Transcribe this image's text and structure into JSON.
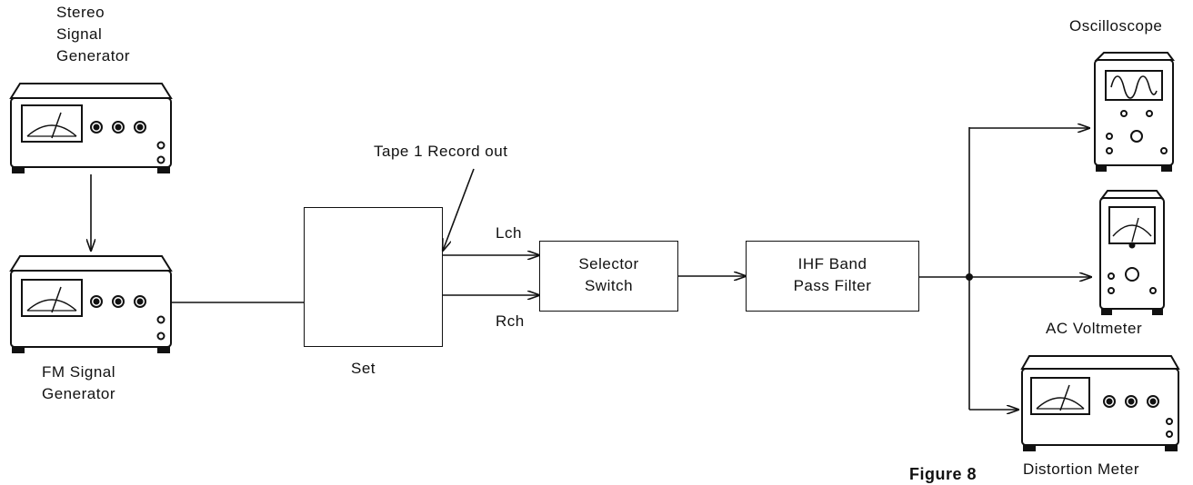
{
  "labels": {
    "stereo_gen": [
      "Stereo",
      "Signal",
      "Generator"
    ],
    "fm_gen": [
      "FM Signal",
      "Generator"
    ],
    "set": "Set",
    "tape_out": "Tape 1 Record out",
    "lch": "Lch",
    "rch": "Rch",
    "selector": [
      "Selector",
      "Switch"
    ],
    "filter": [
      "IHF Band",
      "Pass Filter"
    ],
    "oscilloscope": "Oscilloscope",
    "ac_voltmeter": "AC Voltmeter",
    "distortion_meter": "Distortion Meter",
    "figure": "Figure 8"
  }
}
